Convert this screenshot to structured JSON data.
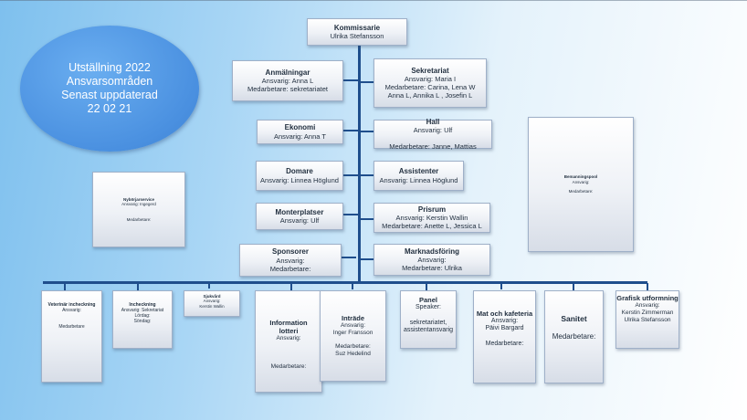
{
  "header": {
    "lines": [
      "Utställning 2022",
      "Ansvarsområden",
      "Senast uppdaterad",
      "22 02 21"
    ]
  },
  "kommissarie": {
    "title": "Kommissarie",
    "lines": [
      "Ulrika Stefansson"
    ]
  },
  "left_column": [
    {
      "key": "anmalningar",
      "title": "Anmälningar",
      "lines": [
        "Ansvarig: Anna L",
        "Medarbetare: sekretariatet"
      ]
    },
    {
      "key": "ekonomi",
      "title": "Ekonomi",
      "lines": [
        "Ansvarig: Anna T"
      ]
    },
    {
      "key": "domare",
      "title": "Domare",
      "lines": [
        "Ansvarig: Linnea Höglund"
      ]
    },
    {
      "key": "monterplatser",
      "title": "Monterplatser",
      "lines": [
        "Ansvarig: Ulf"
      ]
    },
    {
      "key": "sponsorer",
      "title": "Sponsorer",
      "lines": [
        "Ansvarig:",
        "Medarbetare:"
      ]
    }
  ],
  "right_column": [
    {
      "key": "sekretariat",
      "title": "Sekretariat",
      "lines": [
        "Ansvarig: Maria I",
        "Medarbetare: Carina, Lena W",
        "Anna L,  Annika L , Josefin L"
      ]
    },
    {
      "key": "hall",
      "title": "Hall",
      "lines": [
        "Ansvarig: Ulf",
        "",
        "Medarbetare: Janne, Mattias"
      ]
    },
    {
      "key": "assistenter",
      "title": "Assistenter",
      "lines": [
        "Ansvarig: Linnea Höglund"
      ]
    },
    {
      "key": "prisrum",
      "title": "Prisrum",
      "lines": [
        "Ansvarig: Kerstin Wallin",
        "Medarbetare: Anette L, Jessica L"
      ]
    },
    {
      "key": "marknadsforing",
      "title": "Marknadsföring",
      "lines": [
        "Ansvarig:",
        "Medarbetare: Ulrika"
      ]
    }
  ],
  "side_boxes": [
    {
      "key": "nyborjarservice",
      "title": "Nybörjarservice",
      "lines": [
        "Ansvarig: Ingegerd",
        "",
        "",
        "Medarbetare:"
      ]
    },
    {
      "key": "bemanningspool",
      "title": "Bemanningspool",
      "lines": [
        "Ansvarig:",
        "",
        "Medarbetare:"
      ]
    }
  ],
  "bottom_row": [
    {
      "key": "veterinar",
      "title": "Veterinär incheckning",
      "lines": [
        "Ansvarig:",
        "",
        "",
        "Medarbetare"
      ]
    },
    {
      "key": "incheckning",
      "title": "Incheckning",
      "lines": [
        "Ansvarig: Sekretariat",
        "Lördag:",
        "Söndag:"
      ]
    },
    {
      "key": "sjukvard",
      "title": "Sjukvård",
      "lines": [
        "Ansvarig:",
        "Kerstin Wallin"
      ]
    },
    {
      "key": "information",
      "title": "Information lotteri",
      "title_lines": [
        "Information",
        "lotteri"
      ],
      "lines": [
        "Ansvarig:",
        "",
        "",
        "",
        "Medarbetare:"
      ]
    },
    {
      "key": "intrade",
      "title": "Inträde",
      "lines": [
        "Ansvarig:",
        "Inger Fransson",
        "",
        "Medarbetare:",
        "Suz Hedelind"
      ]
    },
    {
      "key": "panel",
      "title": "Panel",
      "lines": [
        "Speaker:",
        "",
        "sekretariatet,",
        "assistentansvarig"
      ]
    },
    {
      "key": "mat",
      "title": "Mat  och kafeteria",
      "lines": [
        "Ansvarig:",
        "Päivi Bargard",
        "",
        "Medarbetare:"
      ]
    },
    {
      "key": "sanitet",
      "title": "Sanitet",
      "lines": [
        "",
        "Medarbetare:"
      ]
    },
    {
      "key": "grafisk",
      "title": "Grafisk utformning",
      "lines": [
        "Ansvarig:",
        "Kerstin Zimmerman",
        "Ulrika Stefansson"
      ]
    }
  ]
}
